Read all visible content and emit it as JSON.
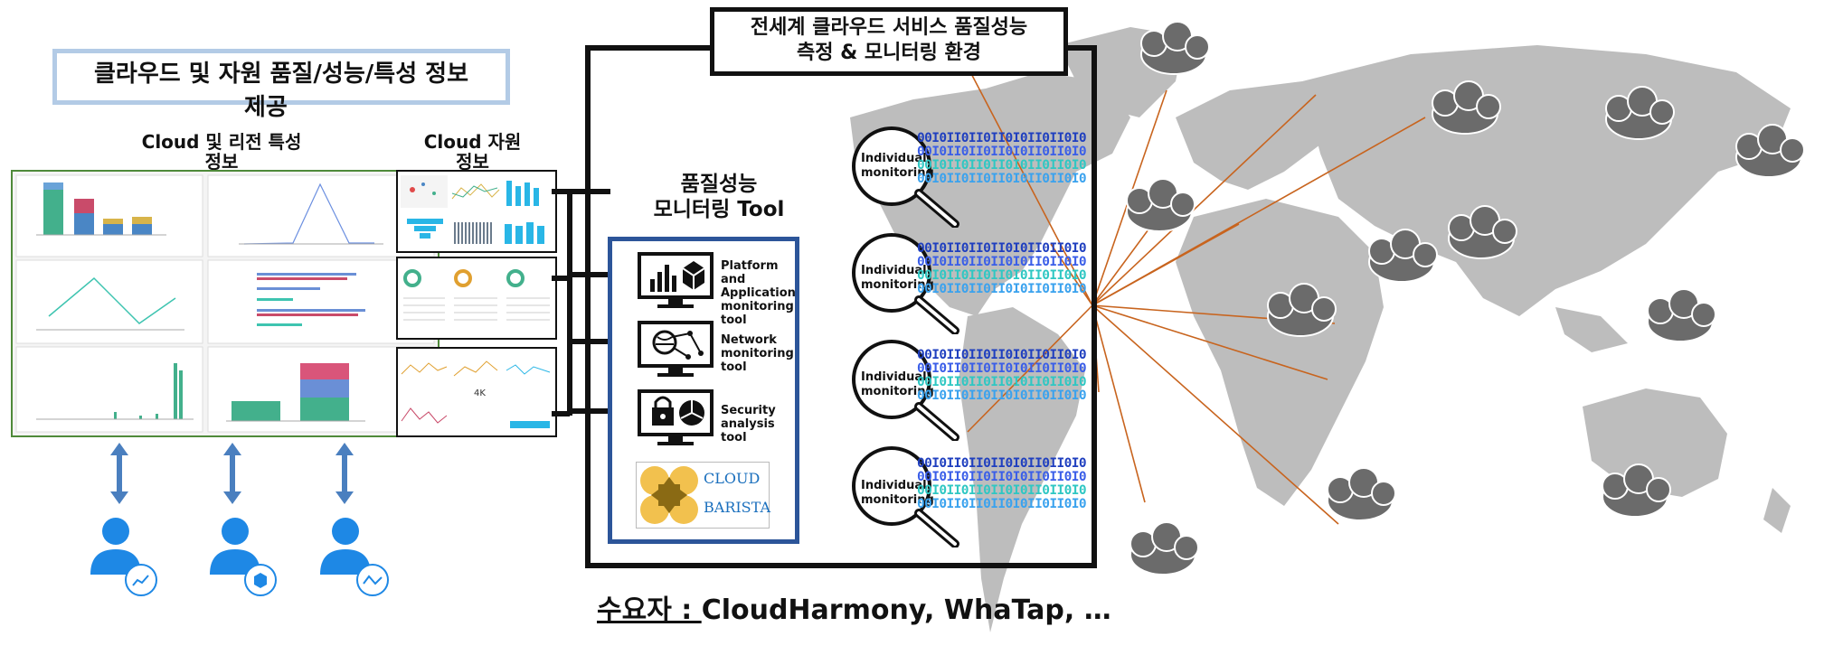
{
  "left": {
    "banner_line1": "클라우드 및 자원 품질/성능/특성 정보",
    "banner_line2": "제공",
    "region_title_line1": "Cloud 및 리전 특성",
    "region_title_line2": "정보",
    "resource_title_line1": "Cloud 자원",
    "resource_title_line2": "정보"
  },
  "center": {
    "env_title_line1": "전세계 클라우드 서비스 품질성능",
    "env_title_line2": "측정 & 모니터링 환경",
    "tool_title_line1": "품질성능",
    "tool_title_line2": "모니터링 Tool",
    "tools": [
      {
        "icon": "chart-cube-monitor-icon",
        "lines": [
          "Platform and",
          "Application",
          "monitoring",
          "tool"
        ]
      },
      {
        "icon": "network-monitor-icon",
        "lines": [
          "Network",
          "monitoring",
          "tool"
        ]
      },
      {
        "icon": "lock-pie-monitor-icon",
        "lines": [
          "Security",
          "analysis",
          "tool"
        ]
      }
    ],
    "logo_cloud": "CLOUD",
    "logo_barista": "BARISTA",
    "monitor_label_line1": "Individual",
    "monitor_label_line2": "monitoring",
    "binary_rows": [
      {
        "text": "00I0II0II0II0I0II0II0I0",
        "color": "#1f3fbf"
      },
      {
        "text": "00I0II0II0II0I0II0II0I0",
        "color": "#3a5ee8"
      },
      {
        "text": "00I0II0II0II0I0II0II0I0",
        "color": "#2fc7c3"
      },
      {
        "text": "00I0II0II0II0I0II0II0I0",
        "color": "#3aa2ee"
      }
    ]
  },
  "consumer_prefix": "수요자 : ",
  "consumer_names": "CloudHarmony, WhaTap, …",
  "colors": {
    "banner_border": "#b3cbe6",
    "dashboard_border": "#4f8a3a",
    "tool_box_border": "#2c5599",
    "link_line": "#c8641e",
    "map": "#bdbdbd",
    "cloud": "#6b6b6b",
    "user": "#1e88e5",
    "arrow": "#4a7fbf"
  }
}
